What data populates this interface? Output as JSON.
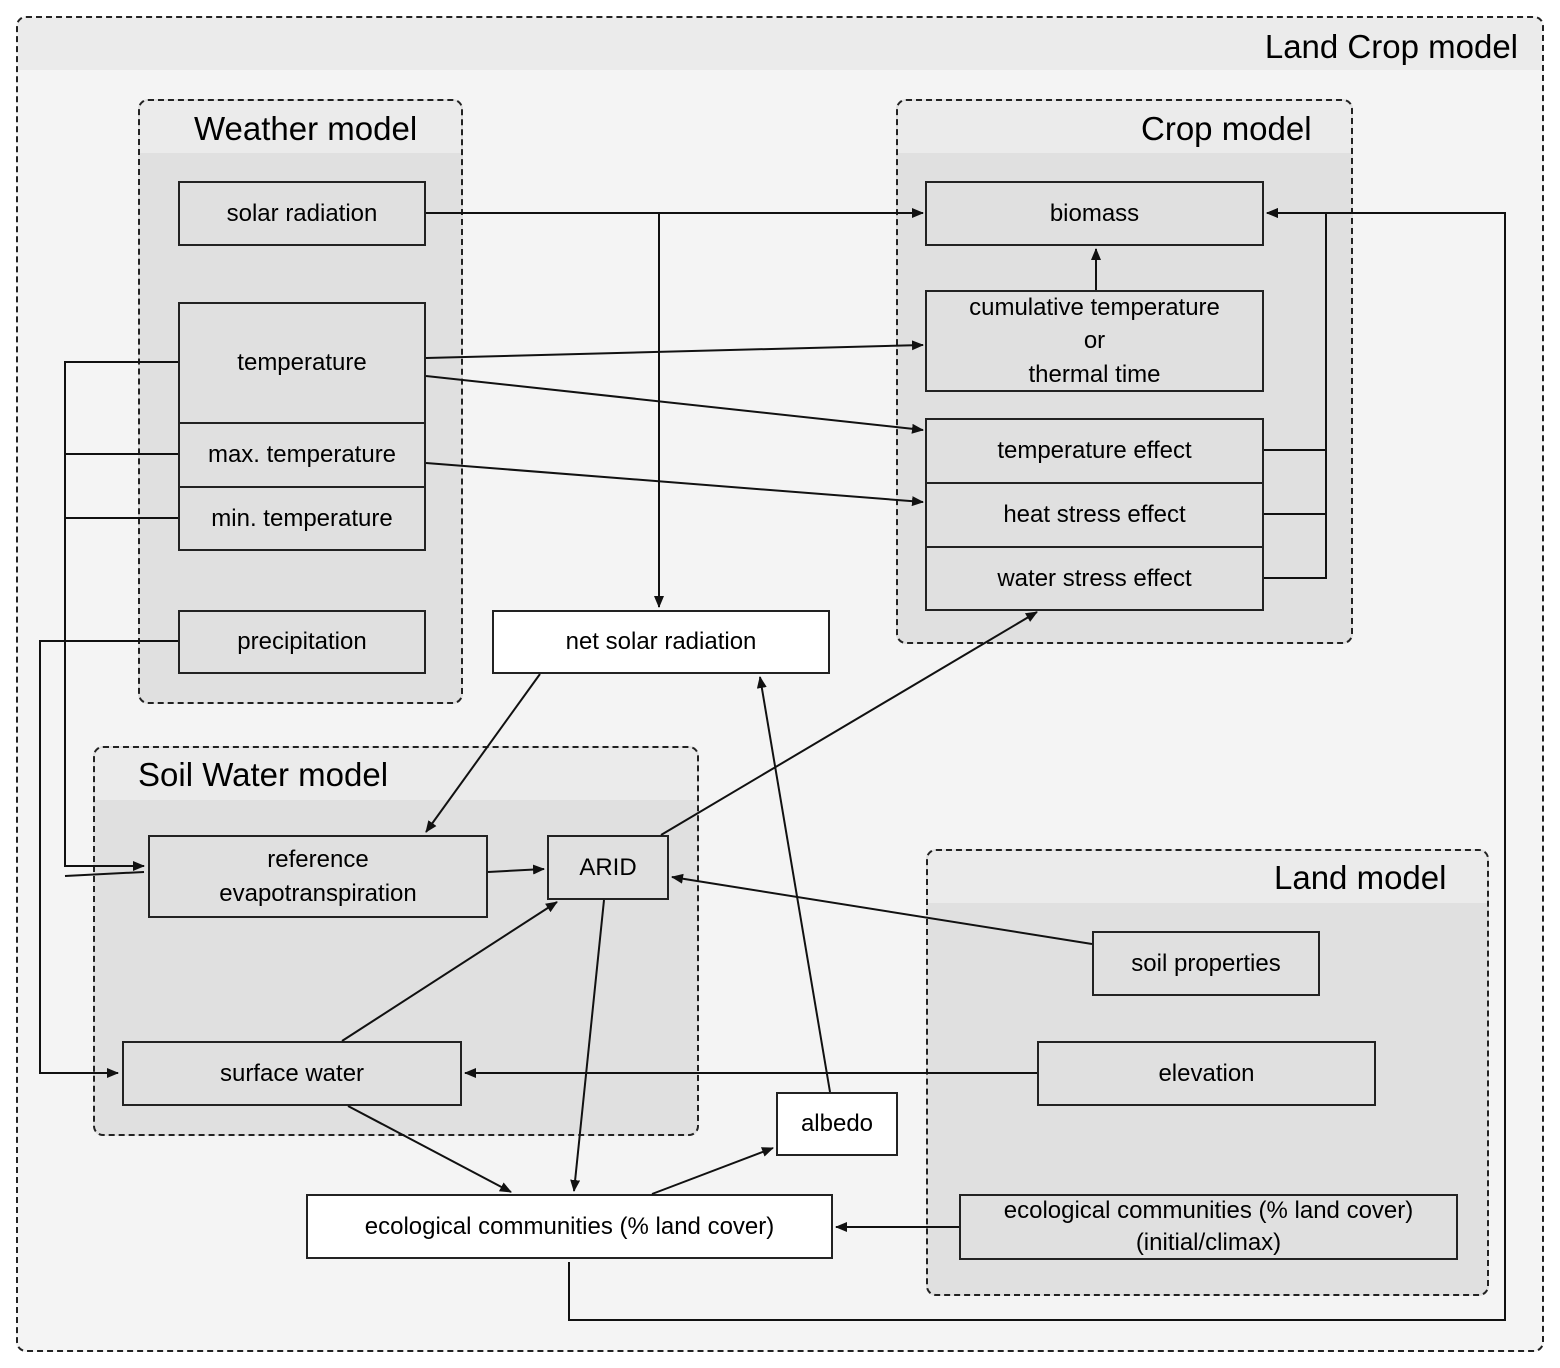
{
  "containers": {
    "land_crop": {
      "title": "Land Crop model"
    },
    "weather": {
      "title": "Weather model"
    },
    "crop": {
      "title": "Crop model"
    },
    "soil_water": {
      "title": "Soil Water model"
    },
    "land": {
      "title": "Land model"
    }
  },
  "nodes": {
    "solar_radiation": "solar radiation",
    "temperature": "temperature",
    "max_temperature": "max. temperature",
    "min_temperature": "min. temperature",
    "precipitation": "precipitation",
    "biomass": "biomass",
    "cumulative_temperature": "cumulative temperature\nor\nthermal time",
    "temperature_effect": "temperature effect",
    "heat_stress_effect": "heat stress effect",
    "water_stress_effect": "water stress effect",
    "net_solar_radiation": "net solar radiation",
    "reference_evapotranspiration": "reference\nevapotranspiration",
    "arid": "ARID",
    "surface_water": "surface water",
    "albedo": "albedo",
    "ecological_communities": "ecological communities (% land cover)",
    "soil_properties": "soil properties",
    "elevation": "elevation",
    "ecological_communities_initial": "ecological communities (% land cover)\n(initial/climax)"
  },
  "style": {
    "stroke": "#111111",
    "inner_fill": "#e0e0e0",
    "outer_fill": "#f4f4f4",
    "node_white": "#ffffff"
  }
}
